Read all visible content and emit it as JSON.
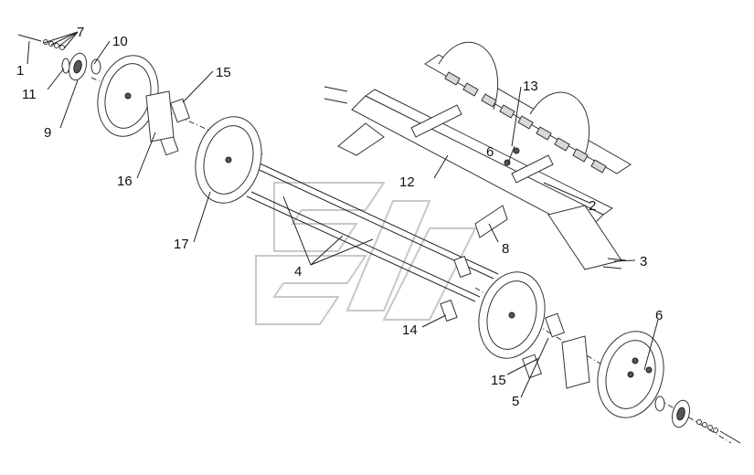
{
  "labels": {
    "l1": "1",
    "l2": "2",
    "l3": "3",
    "l4": "4",
    "l5": "5",
    "l6a": "6",
    "l6b": "6",
    "l7": "7",
    "l8": "8",
    "l9": "9",
    "l10": "10",
    "l11": "11",
    "l12": "12",
    "l13": "13",
    "l14": "14",
    "l15a": "15",
    "l15b": "15",
    "l16": "16",
    "l17": "17"
  },
  "colors": {
    "line": "#222222",
    "background": "#ffffff",
    "watermark": "#c8c8c8"
  }
}
